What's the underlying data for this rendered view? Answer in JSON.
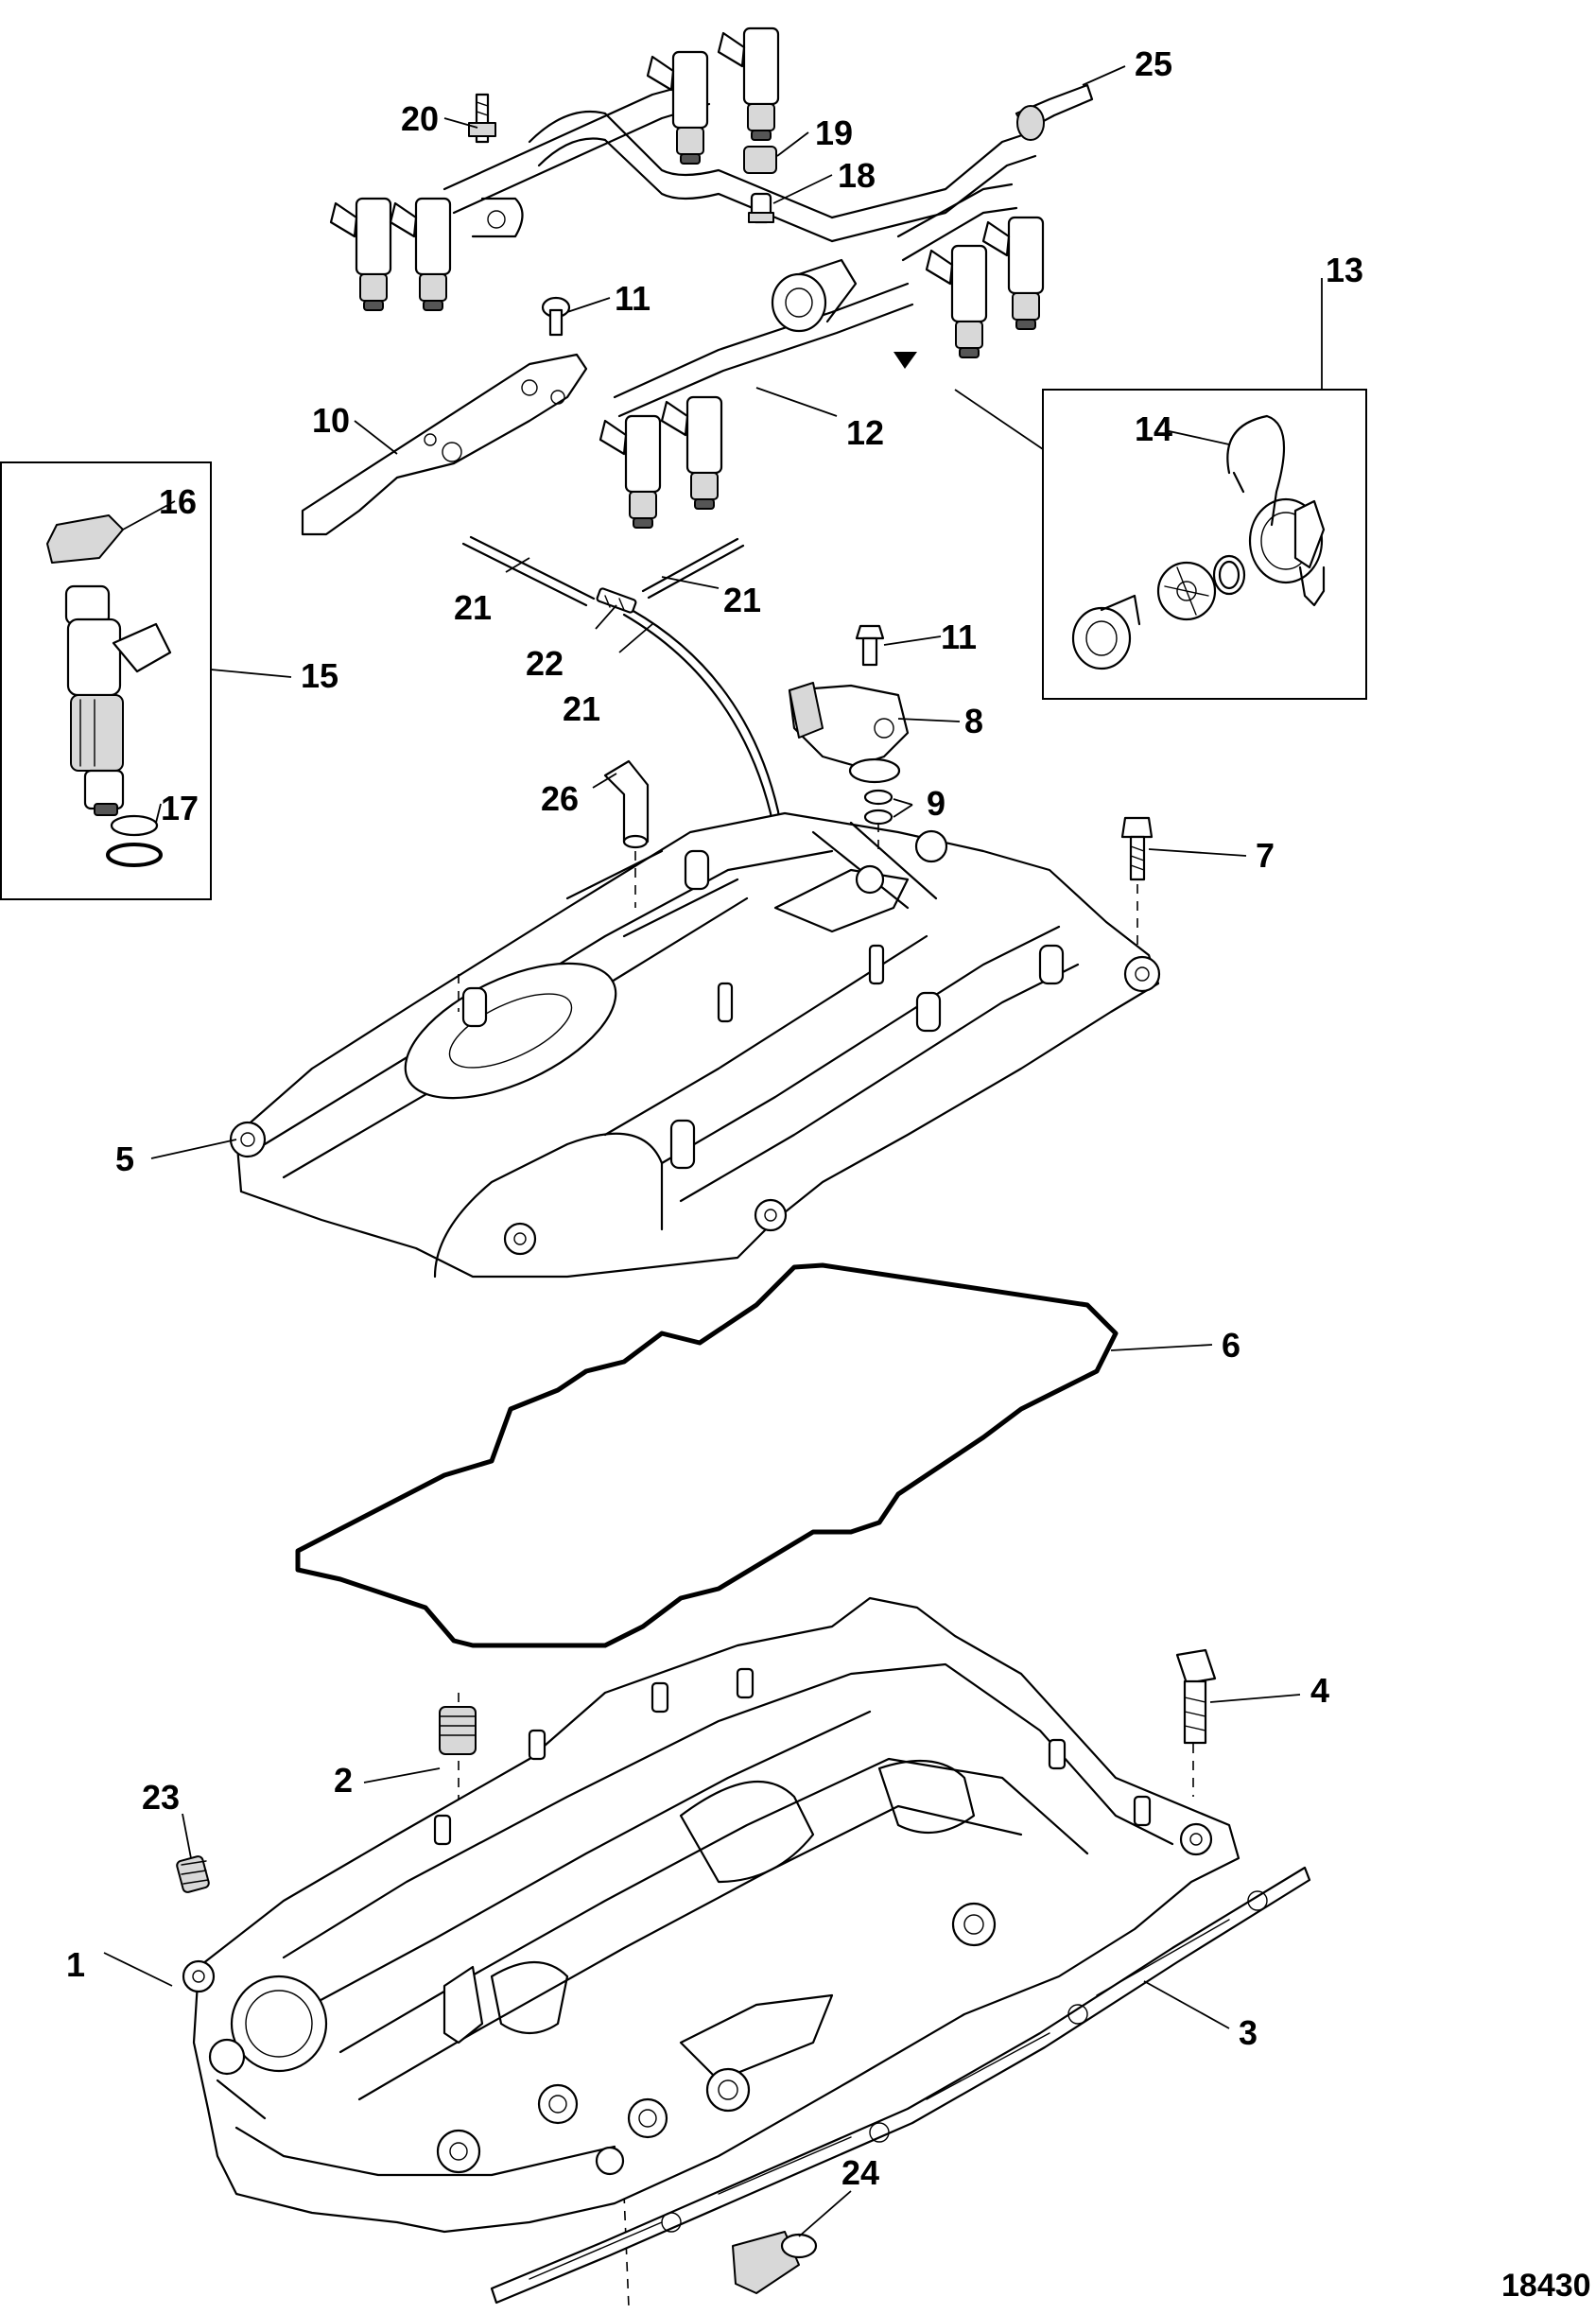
{
  "figure_number": "18430",
  "callouts": [
    {
      "id": "c1",
      "label": "1"
    },
    {
      "id": "c2",
      "label": "2"
    },
    {
      "id": "c3",
      "label": "3"
    },
    {
      "id": "c4",
      "label": "4"
    },
    {
      "id": "c5",
      "label": "5"
    },
    {
      "id": "c6",
      "label": "6"
    },
    {
      "id": "c7",
      "label": "7"
    },
    {
      "id": "c8",
      "label": "8"
    },
    {
      "id": "c9",
      "label": "9"
    },
    {
      "id": "c10",
      "label": "10"
    },
    {
      "id": "c11a",
      "label": "11"
    },
    {
      "id": "c11b",
      "label": "11"
    },
    {
      "id": "c12",
      "label": "12"
    },
    {
      "id": "c13",
      "label": "13"
    },
    {
      "id": "c14",
      "label": "14"
    },
    {
      "id": "c15",
      "label": "15"
    },
    {
      "id": "c16",
      "label": "16"
    },
    {
      "id": "c17",
      "label": "17"
    },
    {
      "id": "c18",
      "label": "18"
    },
    {
      "id": "c19",
      "label": "19"
    },
    {
      "id": "c20",
      "label": "20"
    },
    {
      "id": "c21a",
      "label": "21"
    },
    {
      "id": "c21b",
      "label": "21"
    },
    {
      "id": "c21c",
      "label": "21"
    },
    {
      "id": "c22",
      "label": "22"
    },
    {
      "id": "c23",
      "label": "23"
    },
    {
      "id": "c24",
      "label": "24"
    },
    {
      "id": "c25",
      "label": "25"
    },
    {
      "id": "c26",
      "label": "26"
    }
  ]
}
